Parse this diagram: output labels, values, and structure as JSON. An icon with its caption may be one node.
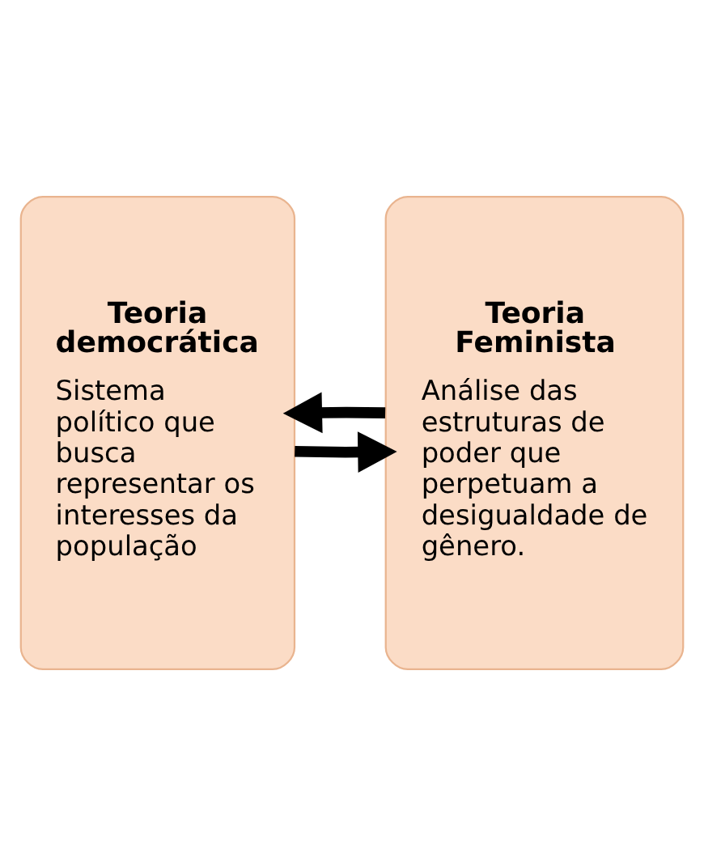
{
  "diagram": {
    "nodes": [
      {
        "text": [
          "Teoria democrática",
          "Sistema político que busca representar os interesses da população"
        ]
      },
      {
        "text": [
          "Teoria Feminista",
          "Análise das estruturas de poder que perpetuam a desigualdade de gênero."
        ]
      }
    ],
    "edges": [
      {
        "from": 0,
        "to": 1,
        "arrow": "to"
      },
      {
        "from": 1,
        "to": 0,
        "arrow": "to"
      }
    ]
  }
}
